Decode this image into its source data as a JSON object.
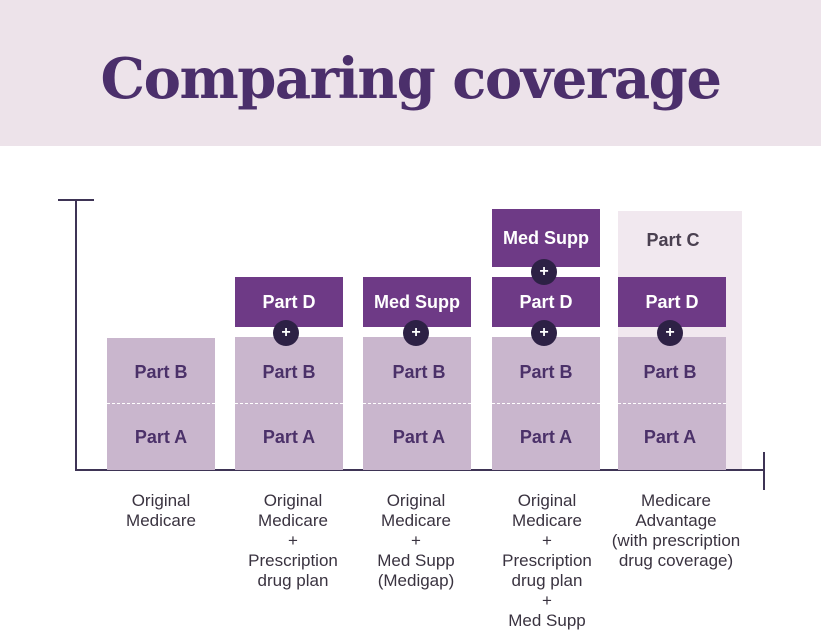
{
  "title": "Comparing coverage",
  "plus_sign": "+",
  "columns": [
    {
      "part_b": "Part B",
      "part_a": "Part A",
      "caption": "Original\nMedicare"
    },
    {
      "part_b": "Part B",
      "part_a": "Part A",
      "top1": "Part D",
      "caption": "Original\nMedicare\n+\nPrescription\ndrug plan"
    },
    {
      "part_b": "Part B",
      "part_a": "Part A",
      "top1": "Med Supp",
      "caption": "Original\nMedicare\n+\nMed Supp\n(Medigap)"
    },
    {
      "part_b": "Part B",
      "part_a": "Part A",
      "top1": "Part D",
      "top2": "Med Supp",
      "caption": "Original\nMedicare\n+\nPrescription\ndrug plan\n+\nMed Supp"
    },
    {
      "part_b": "Part B",
      "part_a": "Part A",
      "top1": "Part D",
      "part_c": "Part C",
      "caption": "Medicare\nAdvantage\n(with prescription\ndrug coverage)"
    }
  ]
}
